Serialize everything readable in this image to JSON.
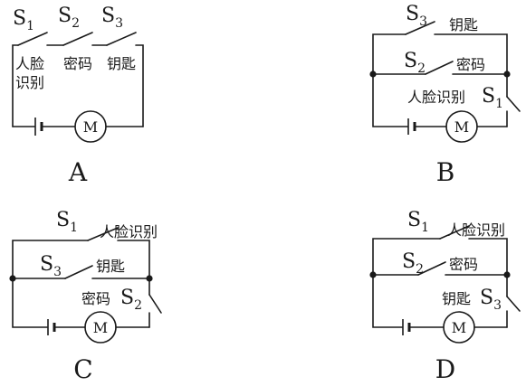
{
  "circuits": {
    "a": {
      "option": "A",
      "s1": {
        "main": "S",
        "sub": "1"
      },
      "s2": {
        "main": "S",
        "sub": "2"
      },
      "s3": {
        "main": "S",
        "sub": "3"
      },
      "face_line1": "人脸",
      "face_line2": "识别",
      "password": "密码",
      "key": "钥匙",
      "motor": "M"
    },
    "b": {
      "option": "B",
      "s3": {
        "main": "S",
        "sub": "3"
      },
      "key": "钥匙",
      "s2": {
        "main": "S",
        "sub": "2"
      },
      "password": "密码",
      "face": "人脸识别",
      "s1": {
        "main": "S",
        "sub": "1"
      },
      "motor": "M"
    },
    "c": {
      "option": "C",
      "s1": {
        "main": "S",
        "sub": "1"
      },
      "face": "人脸识别",
      "s3": {
        "main": "S",
        "sub": "3"
      },
      "key": "钥匙",
      "password": "密码",
      "s2": {
        "main": "S",
        "sub": "2"
      },
      "motor": "M"
    },
    "d": {
      "option": "D",
      "s1": {
        "main": "S",
        "sub": "1"
      },
      "face": "人脸识别",
      "s2": {
        "main": "S",
        "sub": "2"
      },
      "password": "密码",
      "key": "钥匙",
      "s3": {
        "main": "S",
        "sub": "3"
      },
      "motor": "M"
    }
  }
}
